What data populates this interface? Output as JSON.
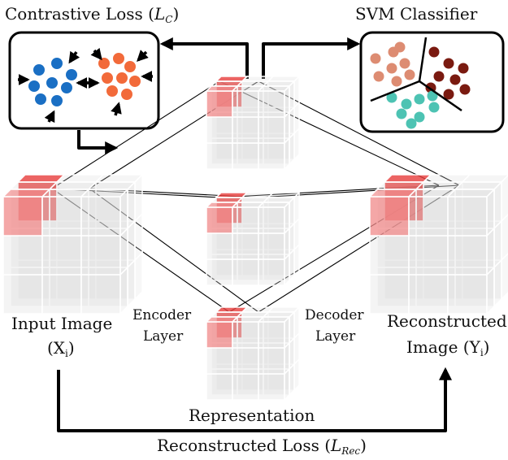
{
  "labels": {
    "contrastive_loss": "Contrastive Loss",
    "contrastive_symbol": "L",
    "contrastive_subscript": "C",
    "svm_classifier": "SVM Classifier",
    "input_image": "Input Image",
    "input_symbol_open": "(X",
    "input_symbol_sub": "i",
    "input_symbol_close": ")",
    "encoder_line1": "Encoder",
    "encoder_line2": "Layer",
    "decoder_line1": "Decoder",
    "decoder_line2": "Layer",
    "reconstructed_line1": "Reconstructed",
    "reconstructed_line2": "Image",
    "reconstructed_symbol_open": "(Y",
    "reconstructed_symbol_sub": "i",
    "reconstructed_symbol_close": ")",
    "representation": "Representation",
    "reconstructed_loss": "Reconstructed Loss",
    "reconstructed_loss_symbol": "L",
    "reconstructed_loss_subscript": "Rec"
  },
  "colors": {
    "blue_cluster": "#1a6fc4",
    "orange_cluster": "#f26a3a",
    "salmon_points": "#dd8c72",
    "brown_points": "#7a1a10",
    "teal_points": "#4dc3b3",
    "highlight_voxel": "#f08a8a",
    "highlight_voxel_strong": "#e8403f",
    "cube_fill": "#d9d9d9",
    "arrow": "#000000"
  }
}
